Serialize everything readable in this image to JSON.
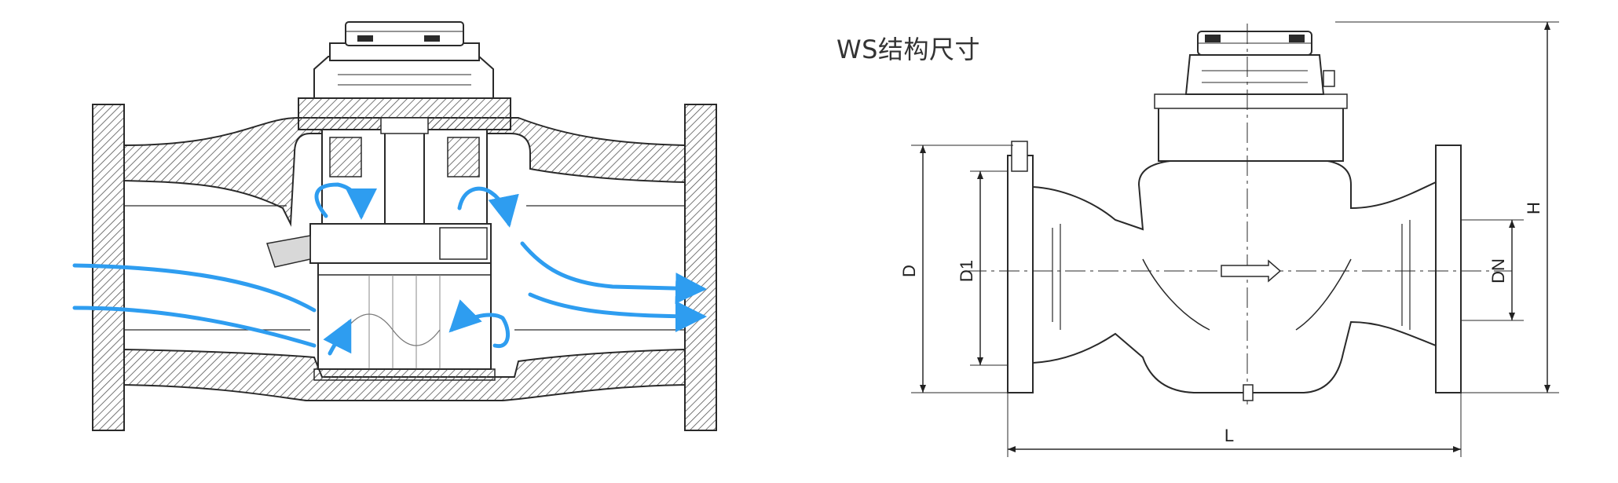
{
  "title": "WS结构尺寸",
  "dimensions": {
    "D": "D",
    "D1": "D1",
    "DN": "DN",
    "H": "H",
    "L": "L"
  },
  "colors": {
    "flow_arrow": "#2e9df0",
    "outline": "#2a2a2a",
    "hatch": "#555555"
  }
}
